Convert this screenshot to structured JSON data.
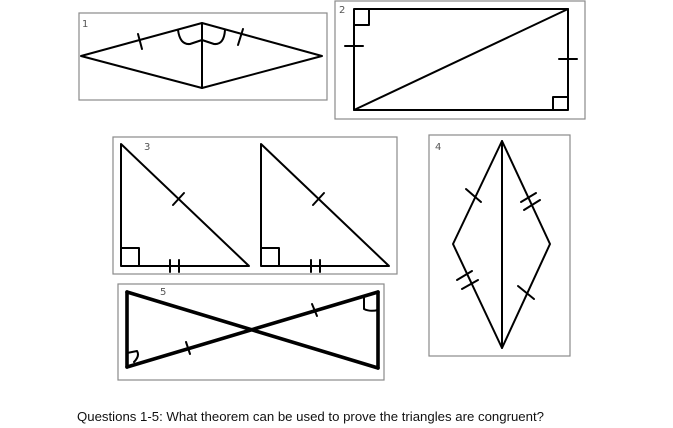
{
  "figures": [
    {
      "number": "1"
    },
    {
      "number": "2"
    },
    {
      "number": "3"
    },
    {
      "number": "4"
    },
    {
      "number": "5"
    }
  ],
  "question": "Questions 1-5: What theorem can be used to prove the triangles are congruent?"
}
